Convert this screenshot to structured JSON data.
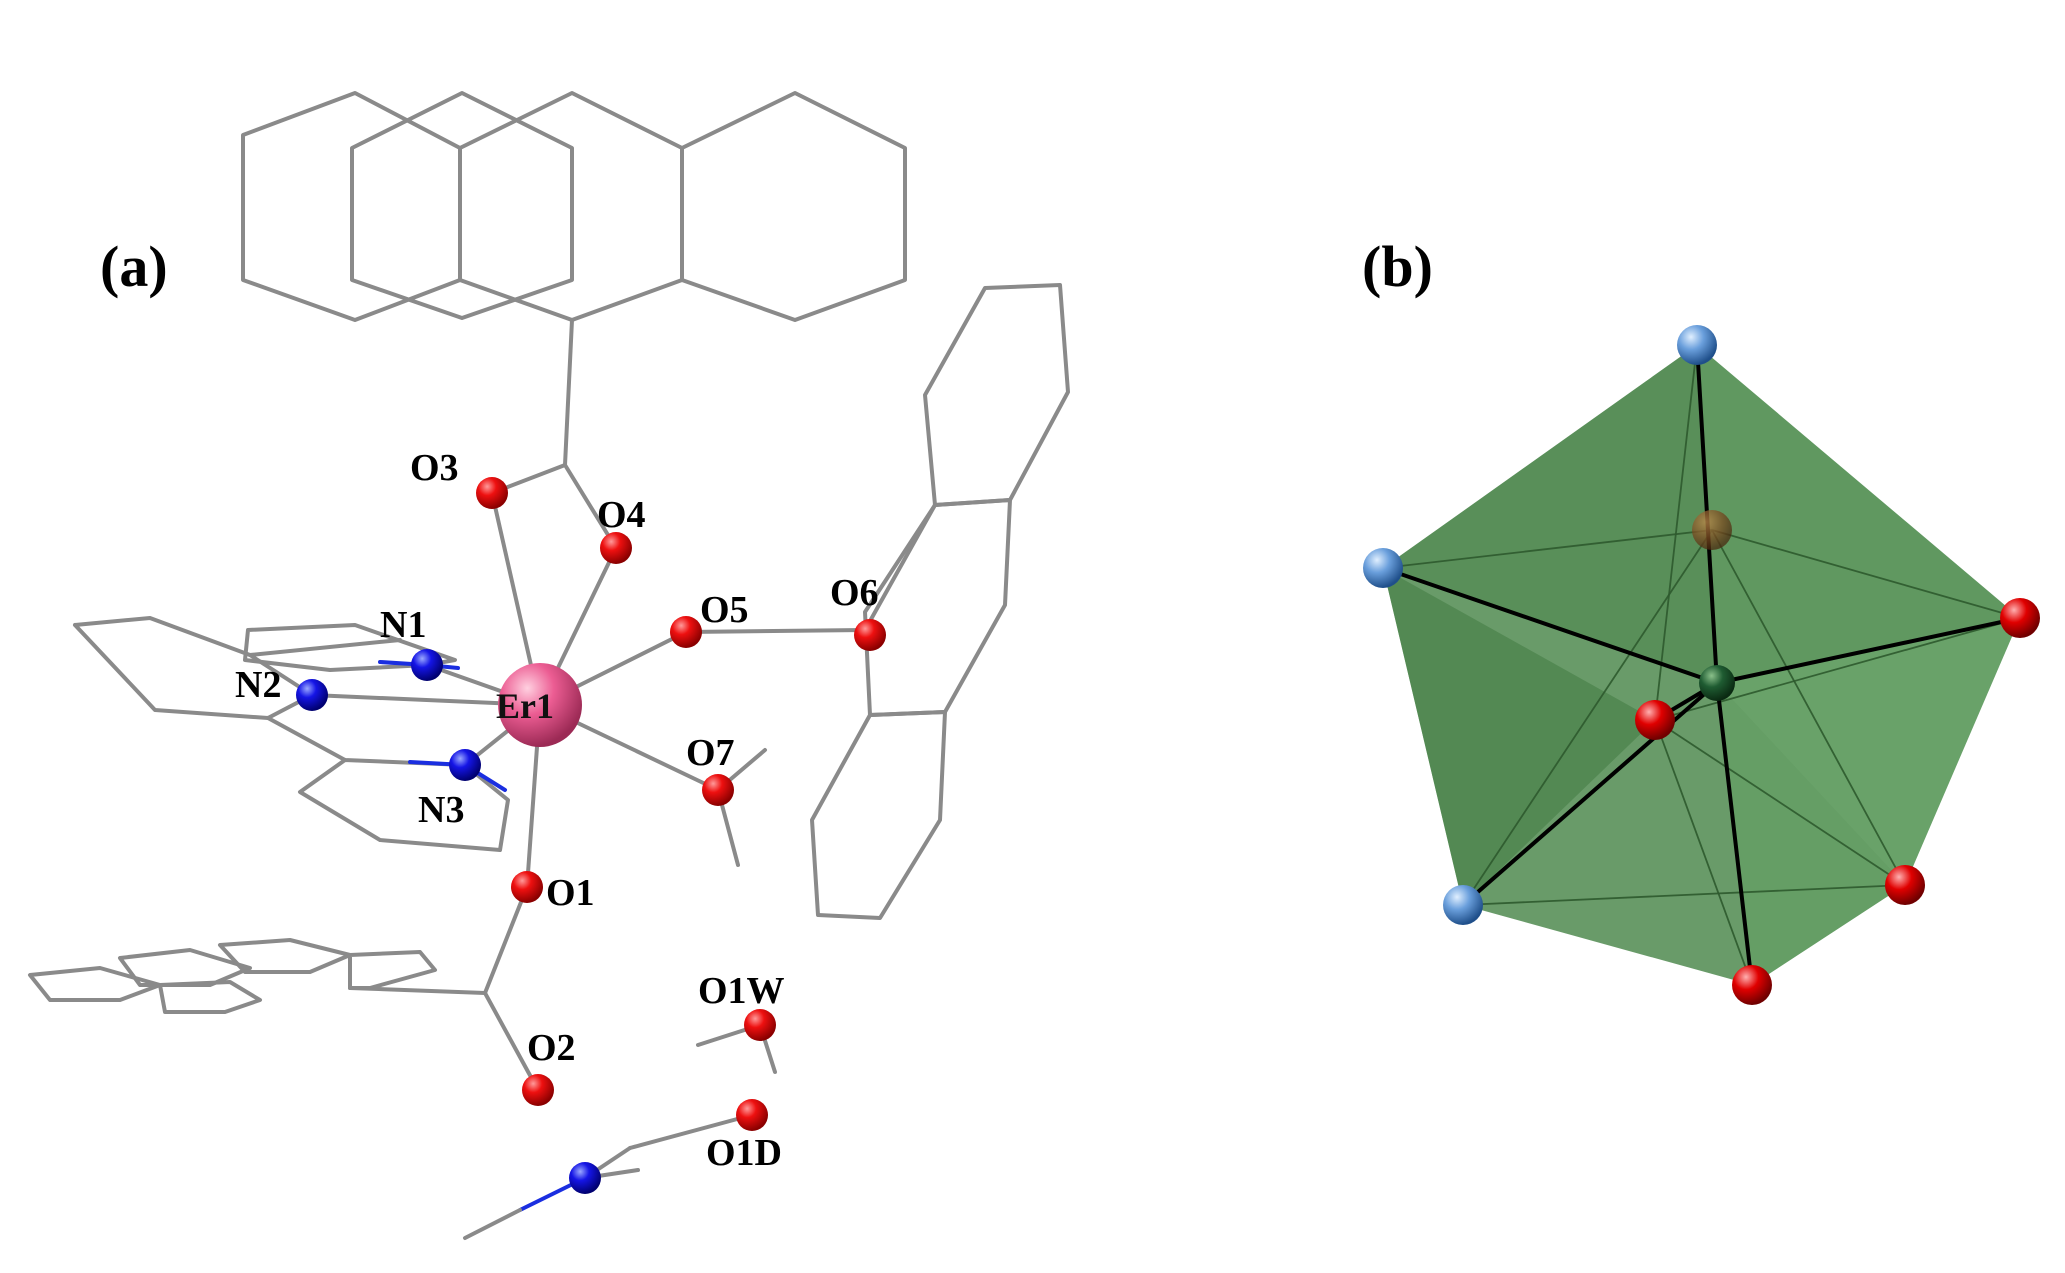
{
  "panels": {
    "a": {
      "label": "(a)"
    },
    "b": {
      "label": "(b)"
    }
  },
  "atom_labels": {
    "er1": "Er1",
    "o1": "O1",
    "o2": "O2",
    "o3": "O3",
    "o4": "O4",
    "o5": "O5",
    "o6": "O6",
    "o7": "O7",
    "o1w": "O1W",
    "o1d": "O1D",
    "n1": "N1",
    "n2": "N2",
    "n3": "N3"
  },
  "colors": {
    "background": "#ffffff",
    "bond": "#8a8a8a",
    "oxygen": "#e00000",
    "nitrogen": "#1010e0",
    "erbium": "#e8558a",
    "polyhedron_face": "#4f8a4f",
    "polyhedron_center": "#1e5a2e",
    "polyhedron_nitrogen": "#5a8fd0",
    "polyhedron_oxygen": "#d40000",
    "polyhedron_edge": "#000000"
  }
}
